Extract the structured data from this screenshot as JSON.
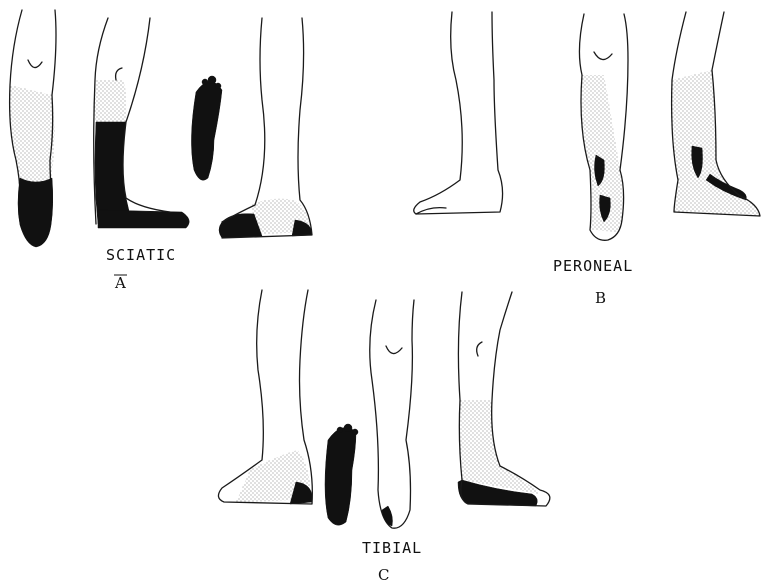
{
  "panels": [
    {
      "name": "SCIATIC",
      "letter": "A"
    },
    {
      "name": "PERONEAL",
      "letter": "B"
    },
    {
      "name": "TIBIAL",
      "letter": "C"
    }
  ]
}
